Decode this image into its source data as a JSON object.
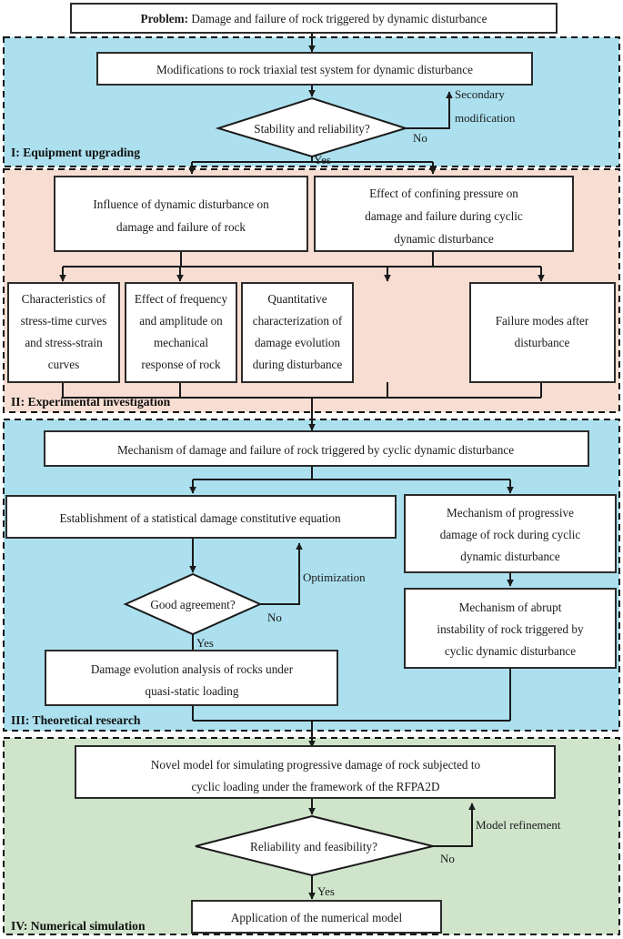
{
  "figure": {
    "type": "flowchart",
    "title": "Research framework flowchart: damage and failure of rock triggered by dynamic disturbance"
  },
  "colors": {
    "band_equipment": "#ace0ef",
    "band_experimental": "#f8ded2",
    "band_theoretical": "#ace0ef",
    "band_numerical": "#cfe4cb",
    "box_fill": "#ffffff",
    "stroke": "#1a1a1a",
    "page_background": "#ffffff"
  },
  "problem": {
    "label_bold": "Problem:",
    "label_rest": " Damage and failure of rock triggered by dynamic disturbance"
  },
  "sections": [
    {
      "id": "I",
      "label": "I: Equipment upgrading"
    },
    {
      "id": "II",
      "label": "II: Experimental investigation"
    },
    {
      "id": "III",
      "label": "III: Theoretical research"
    },
    {
      "id": "IV",
      "label": "IV: Numerical simulation"
    }
  ],
  "nodes": {
    "modifications": {
      "lines": [
        "Modifications to rock triaxial test system for dynamic disturbance"
      ]
    },
    "stability_decision": {
      "lines": [
        "Stability and reliability?"
      ]
    },
    "influence_dynamic": {
      "lines": [
        "Influence of dynamic disturbance on",
        "damage and failure of rock"
      ]
    },
    "effect_confining": {
      "lines": [
        "Effect of confining pressure on",
        "damage and failure during cyclic",
        "dynamic disturbance"
      ]
    },
    "characteristics_curves": {
      "lines": [
        "Characteristics of",
        "stress-time curves",
        "and stress-strain",
        "curves"
      ]
    },
    "effect_frequency": {
      "lines": [
        "Effect of frequency",
        "and amplitude on",
        "mechanical",
        "response of rock"
      ]
    },
    "quantitative_characterization": {
      "lines": [
        "Quantitative",
        "characterization of",
        "damage evolution",
        "during disturbance"
      ]
    },
    "failure_modes": {
      "lines": [
        "Failure modes after",
        "disturbance"
      ]
    },
    "mechanism_damage_failure": {
      "lines": [
        "Mechanism of damage and failure of rock triggered by cyclic dynamic disturbance"
      ]
    },
    "establishment_equation": {
      "lines": [
        "Establishment of a statistical damage constitutive equation"
      ]
    },
    "mechanism_progressive": {
      "lines": [
        "Mechanism of progressive",
        "damage of rock during cyclic",
        "dynamic disturbance"
      ]
    },
    "good_agreement_decision": {
      "lines": [
        "Good agreement?"
      ]
    },
    "mechanism_abrupt": {
      "lines": [
        "Mechanism of abrupt",
        "instability of rock triggered by",
        "cyclic dynamic disturbance"
      ]
    },
    "damage_evolution_quasistatic": {
      "lines": [
        "Damage evolution analysis of rocks under",
        "quasi-static loading"
      ]
    },
    "novel_model": {
      "lines": [
        "Novel model for simulating progressive damage of rock subjected to",
        "cyclic loading under the framework of the RFPA2D"
      ]
    },
    "reliability_decision": {
      "lines": [
        "Reliability and feasibility?"
      ]
    },
    "application_model": {
      "lines": [
        "Application of the numerical model"
      ]
    }
  },
  "edge_labels": {
    "secondary_modification_l1": "Secondary",
    "secondary_modification_l2": "modification",
    "stability_no": "No",
    "stability_yes": "Yes",
    "optimization": "Optimization",
    "good_agreement_no": "No",
    "good_agreement_yes": "Yes",
    "model_refinement": "Model refinement",
    "reliability_no": "No",
    "reliability_yes": "Yes"
  }
}
